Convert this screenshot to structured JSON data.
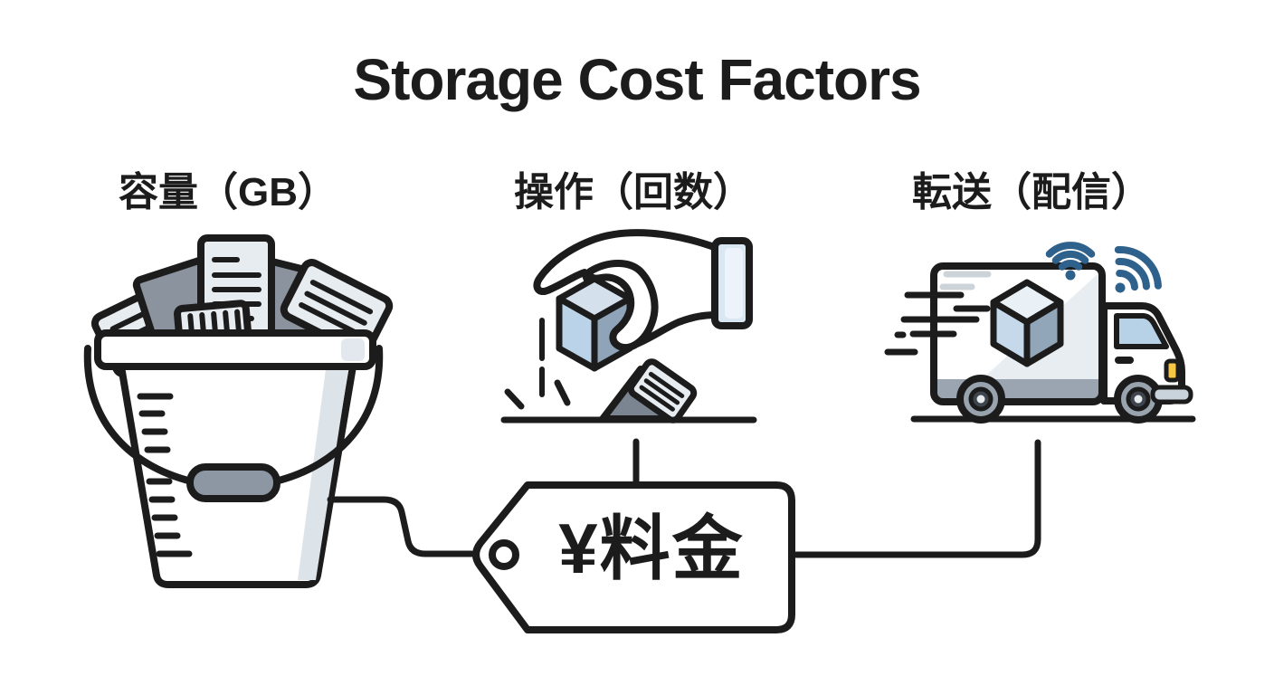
{
  "title": "Storage Cost Factors",
  "factors": [
    {
      "id": "capacity",
      "label": "容量（GB）",
      "icon": "bucket-of-files-icon"
    },
    {
      "id": "operations",
      "label": "操作（回数）",
      "icon": "hand-placing-cube-icon"
    },
    {
      "id": "transfer",
      "label": "転送（配信）",
      "icon": "delivery-truck-wifi-icon"
    }
  ],
  "price_tag": {
    "label": "¥料金",
    "icon": "price-tag-icon"
  },
  "colors": {
    "ink": "#1c1c1c",
    "background": "#ffffff",
    "card_light": "#e7ecf1",
    "card_dark": "#8b939f",
    "metal_grey": "#8d97a3",
    "shade_grey": "#dce3e9",
    "cube_top": "#d4e1ed",
    "cube_front": "#bad3e8",
    "cube_side": "#8fa4b8",
    "pale_blue": "#d9e7f3",
    "glass_blue": "#b7d1e7",
    "steel_blue": "#2e618c",
    "truck_band": "#9aa5b1",
    "wheel_tire": "#99a3ae",
    "wheel_hub_dark": "#3e454e",
    "headlight_yellow": "#f6c646"
  }
}
